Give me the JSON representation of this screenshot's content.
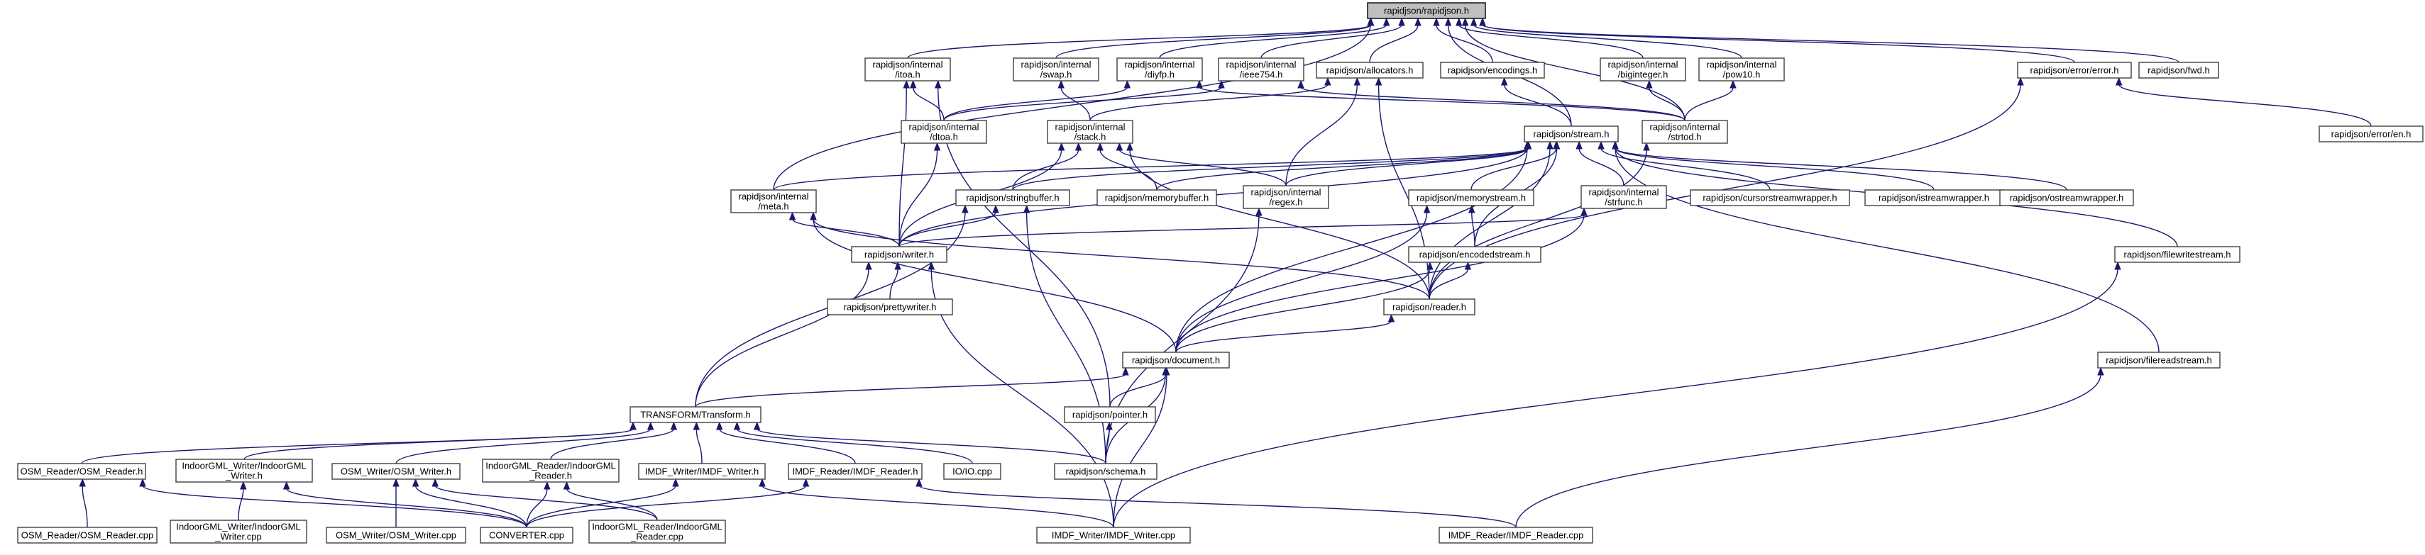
{
  "title": "rapidjson/rapidjson.h",
  "colors": {
    "edge": "#191970",
    "node_border": "#404040",
    "root_fill": "#bfbfbf",
    "node_fill": "#ffffff"
  },
  "nodes": [
    {
      "id": "rapidjson",
      "lines": [
        "rapidjson/rapidjson.h"
      ]
    },
    {
      "id": "itoa",
      "lines": [
        "rapidjson/internal",
        "/itoa.h"
      ]
    },
    {
      "id": "swap",
      "lines": [
        "rapidjson/internal",
        "/swap.h"
      ]
    },
    {
      "id": "diyfp",
      "lines": [
        "rapidjson/internal",
        "/diyfp.h"
      ]
    },
    {
      "id": "ieee754",
      "lines": [
        "rapidjson/internal",
        "/ieee754.h"
      ]
    },
    {
      "id": "allocators",
      "lines": [
        "rapidjson/allocators.h"
      ]
    },
    {
      "id": "encodings",
      "lines": [
        "rapidjson/encodings.h"
      ]
    },
    {
      "id": "biginteger",
      "lines": [
        "rapidjson/internal",
        "/biginteger.h"
      ]
    },
    {
      "id": "pow10",
      "lines": [
        "rapidjson/internal",
        "/pow10.h"
      ]
    },
    {
      "id": "error",
      "lines": [
        "rapidjson/error/error.h"
      ]
    },
    {
      "id": "fwd",
      "lines": [
        "rapidjson/fwd.h"
      ]
    },
    {
      "id": "error_en",
      "lines": [
        "rapidjson/error/en.h"
      ]
    },
    {
      "id": "dtoa",
      "lines": [
        "rapidjson/internal",
        "/dtoa.h"
      ]
    },
    {
      "id": "stack",
      "lines": [
        "rapidjson/internal",
        "/stack.h"
      ]
    },
    {
      "id": "strtod",
      "lines": [
        "rapidjson/internal",
        "/strtod.h"
      ]
    },
    {
      "id": "stream",
      "lines": [
        "rapidjson/stream.h"
      ]
    },
    {
      "id": "meta",
      "lines": [
        "rapidjson/internal",
        "/meta.h"
      ]
    },
    {
      "id": "stringbuffer",
      "lines": [
        "rapidjson/stringbuffer.h"
      ]
    },
    {
      "id": "memorybuffer",
      "lines": [
        "rapidjson/memorybuffer.h"
      ]
    },
    {
      "id": "regex",
      "lines": [
        "rapidjson/internal",
        "/regex.h"
      ]
    },
    {
      "id": "memorystream",
      "lines": [
        "rapidjson/memorystream.h"
      ]
    },
    {
      "id": "strfunc",
      "lines": [
        "rapidjson/internal",
        "/strfunc.h"
      ]
    },
    {
      "id": "cursorstreamwrapper",
      "lines": [
        "rapidjson/cursorstreamwrapper.h"
      ]
    },
    {
      "id": "istreamwrapper",
      "lines": [
        "rapidjson/istreamwrapper.h"
      ]
    },
    {
      "id": "ostreamwrapper",
      "lines": [
        "rapidjson/ostreamwrapper.h"
      ]
    },
    {
      "id": "writer",
      "lines": [
        "rapidjson/writer.h"
      ]
    },
    {
      "id": "encodedstream",
      "lines": [
        "rapidjson/encodedstream.h"
      ]
    },
    {
      "id": "filewritestream",
      "lines": [
        "rapidjson/filewritestream.h"
      ]
    },
    {
      "id": "prettywriter",
      "lines": [
        "rapidjson/prettywriter.h"
      ]
    },
    {
      "id": "reader",
      "lines": [
        "rapidjson/reader.h"
      ]
    },
    {
      "id": "document",
      "lines": [
        "rapidjson/document.h"
      ]
    },
    {
      "id": "filereadstream",
      "lines": [
        "rapidjson/filereadstream.h"
      ]
    },
    {
      "id": "transform",
      "lines": [
        "TRANSFORM/Transform.h"
      ]
    },
    {
      "id": "pointer",
      "lines": [
        "rapidjson/pointer.h"
      ]
    },
    {
      "id": "schema",
      "lines": [
        "rapidjson/schema.h"
      ]
    },
    {
      "id": "osm_reader_h",
      "lines": [
        "OSM_Reader/OSM_Reader.h"
      ]
    },
    {
      "id": "indoorgml_writer_h",
      "lines": [
        "IndoorGML_Writer/IndoorGML",
        "_Writer.h"
      ]
    },
    {
      "id": "osm_writer_h",
      "lines": [
        "OSM_Writer/OSM_Writer.h"
      ]
    },
    {
      "id": "indoorgml_reader_h",
      "lines": [
        "IndoorGML_Reader/IndoorGML",
        "_Reader.h"
      ]
    },
    {
      "id": "imdf_writer_h",
      "lines": [
        "IMDF_Writer/IMDF_Writer.h"
      ]
    },
    {
      "id": "imdf_reader_h",
      "lines": [
        "IMDF_Reader/IMDF_Reader.h"
      ]
    },
    {
      "id": "io_cpp",
      "lines": [
        "IO/IO.cpp"
      ]
    },
    {
      "id": "osm_reader_cpp",
      "lines": [
        "OSM_Reader/OSM_Reader.cpp"
      ]
    },
    {
      "id": "indoorgml_writer_cpp",
      "lines": [
        "IndoorGML_Writer/IndoorGML",
        "_Writer.cpp"
      ]
    },
    {
      "id": "osm_writer_cpp",
      "lines": [
        "OSM_Writer/OSM_Writer.cpp"
      ]
    },
    {
      "id": "converter_cpp",
      "lines": [
        "CONVERTER.cpp"
      ]
    },
    {
      "id": "indoorgml_reader_cpp",
      "lines": [
        "IndoorGML_Reader/IndoorGML",
        "_Reader.cpp"
      ]
    },
    {
      "id": "imdf_writer_cpp",
      "lines": [
        "IMDF_Writer/IMDF_Writer.cpp"
      ]
    },
    {
      "id": "imdf_reader_cpp",
      "lines": [
        "IMDF_Reader/IMDF_Reader.cpp"
      ]
    }
  ],
  "edges": [
    [
      "itoa",
      "rapidjson"
    ],
    [
      "swap",
      "rapidjson"
    ],
    [
      "diyfp",
      "rapidjson"
    ],
    [
      "ieee754",
      "rapidjson"
    ],
    [
      "allocators",
      "rapidjson"
    ],
    [
      "encodings",
      "rapidjson"
    ],
    [
      "biginteger",
      "rapidjson"
    ],
    [
      "pow10",
      "rapidjson"
    ],
    [
      "error",
      "rapidjson"
    ],
    [
      "fwd",
      "rapidjson"
    ],
    [
      "meta",
      "rapidjson"
    ],
    [
      "stream",
      "rapidjson"
    ],
    [
      "strtod",
      "rapidjson"
    ],
    [
      "error_en",
      "error"
    ],
    [
      "reader",
      "error"
    ],
    [
      "dtoa",
      "itoa"
    ],
    [
      "writer",
      "itoa"
    ],
    [
      "pointer",
      "itoa"
    ],
    [
      "stack",
      "swap"
    ],
    [
      "dtoa",
      "diyfp"
    ],
    [
      "strtod",
      "diyfp"
    ],
    [
      "dtoa",
      "ieee754"
    ],
    [
      "strtod",
      "ieee754"
    ],
    [
      "stack",
      "allocators"
    ],
    [
      "regex",
      "allocators"
    ],
    [
      "reader",
      "allocators"
    ],
    [
      "stream",
      "encodings"
    ],
    [
      "strtod",
      "biginteger"
    ],
    [
      "strtod",
      "pow10"
    ],
    [
      "writer",
      "dtoa"
    ],
    [
      "stringbuffer",
      "stack"
    ],
    [
      "memorybuffer",
      "stack"
    ],
    [
      "regex",
      "stack"
    ],
    [
      "writer",
      "stack"
    ],
    [
      "reader",
      "stack"
    ],
    [
      "reader",
      "strtod"
    ],
    [
      "stringbuffer",
      "stream"
    ],
    [
      "memorybuffer",
      "stream"
    ],
    [
      "regex",
      "stream"
    ],
    [
      "memorystream",
      "stream"
    ],
    [
      "strfunc",
      "stream"
    ],
    [
      "cursorstreamwrapper",
      "stream"
    ],
    [
      "istreamwrapper",
      "stream"
    ],
    [
      "ostreamwrapper",
      "stream"
    ],
    [
      "writer",
      "stream"
    ],
    [
      "encodedstream",
      "stream"
    ],
    [
      "filewritestream",
      "stream"
    ],
    [
      "reader",
      "stream"
    ],
    [
      "filereadstream",
      "stream"
    ],
    [
      "document",
      "stream"
    ],
    [
      "meta",
      "stream"
    ],
    [
      "writer",
      "meta"
    ],
    [
      "reader",
      "meta"
    ],
    [
      "document",
      "meta"
    ],
    [
      "writer",
      "stringbuffer"
    ],
    [
      "transform",
      "stringbuffer"
    ],
    [
      "schema",
      "stringbuffer"
    ],
    [
      "schema",
      "regex"
    ],
    [
      "encodedstream",
      "memorystream"
    ],
    [
      "document",
      "memorystream"
    ],
    [
      "writer",
      "strfunc"
    ],
    [
      "document",
      "strfunc"
    ],
    [
      "prettywriter",
      "writer"
    ],
    [
      "transform",
      "writer"
    ],
    [
      "imdf_writer_cpp",
      "writer"
    ],
    [
      "reader",
      "encodedstream"
    ],
    [
      "document",
      "encodedstream"
    ],
    [
      "imdf_writer_cpp",
      "filewritestream"
    ],
    [
      "document",
      "reader"
    ],
    [
      "transform",
      "document"
    ],
    [
      "pointer",
      "document"
    ],
    [
      "schema",
      "document"
    ],
    [
      "imdf_writer_cpp",
      "document"
    ],
    [
      "imdf_reader_cpp",
      "filereadstream"
    ],
    [
      "schema",
      "pointer"
    ],
    [
      "osm_reader_h",
      "transform"
    ],
    [
      "indoorgml_writer_h",
      "transform"
    ],
    [
      "osm_writer_h",
      "transform"
    ],
    [
      "indoorgml_reader_h",
      "transform"
    ],
    [
      "imdf_writer_h",
      "transform"
    ],
    [
      "imdf_reader_h",
      "transform"
    ],
    [
      "io_cpp",
      "transform"
    ],
    [
      "schema",
      "transform"
    ],
    [
      "osm_reader_cpp",
      "osm_reader_h"
    ],
    [
      "converter_cpp",
      "osm_reader_h"
    ],
    [
      "indoorgml_writer_cpp",
      "indoorgml_writer_h"
    ],
    [
      "converter_cpp",
      "indoorgml_writer_h"
    ],
    [
      "osm_writer_cpp",
      "osm_writer_h"
    ],
    [
      "converter_cpp",
      "osm_writer_h"
    ],
    [
      "indoorgml_reader_cpp",
      "osm_writer_h"
    ],
    [
      "converter_cpp",
      "indoorgml_reader_h"
    ],
    [
      "indoorgml_reader_cpp",
      "indoorgml_reader_h"
    ],
    [
      "converter_cpp",
      "imdf_writer_h"
    ],
    [
      "imdf_writer_cpp",
      "imdf_writer_h"
    ],
    [
      "converter_cpp",
      "imdf_reader_h"
    ],
    [
      "imdf_reader_cpp",
      "imdf_reader_h"
    ]
  ]
}
